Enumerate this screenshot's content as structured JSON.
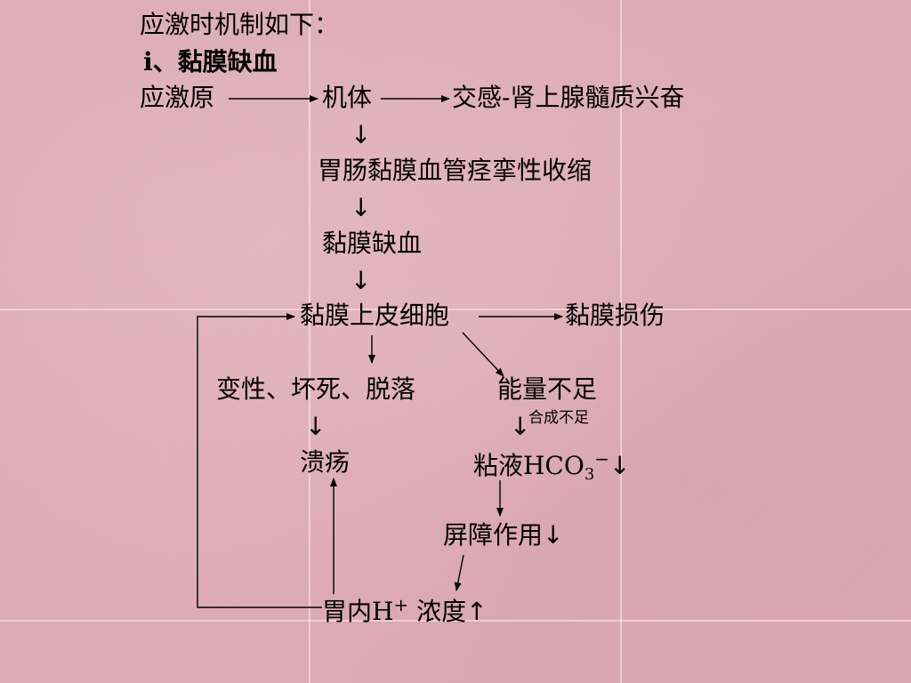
{
  "header": {
    "intro": "应激时机制如下：",
    "section": "ⅰ、黏膜缺血"
  },
  "nodes": {
    "stressor": "应激原",
    "body": "机体",
    "sympathetic": "交感-肾上腺髓质兴奋",
    "vasoconstriction": "胃肠黏膜血管痉挛性收缩",
    "ischemia": "黏膜缺血",
    "epithelium": "黏膜上皮细胞",
    "injury": "黏膜损伤",
    "degeneration": "变性、坏死、脱落",
    "energy": "能量不足",
    "synthesis_note": "合成不足",
    "ulcer": "溃疡",
    "mucus_prefix": "粘液HCO",
    "mucus_sub": "3",
    "mucus_sup": "−",
    "barrier": "屏障作用",
    "acid_prefix": "胃内H",
    "acid_sup": "+",
    "acid_suffix": " 浓度"
  },
  "symbols": {
    "down": "↓",
    "up": "↑"
  }
}
